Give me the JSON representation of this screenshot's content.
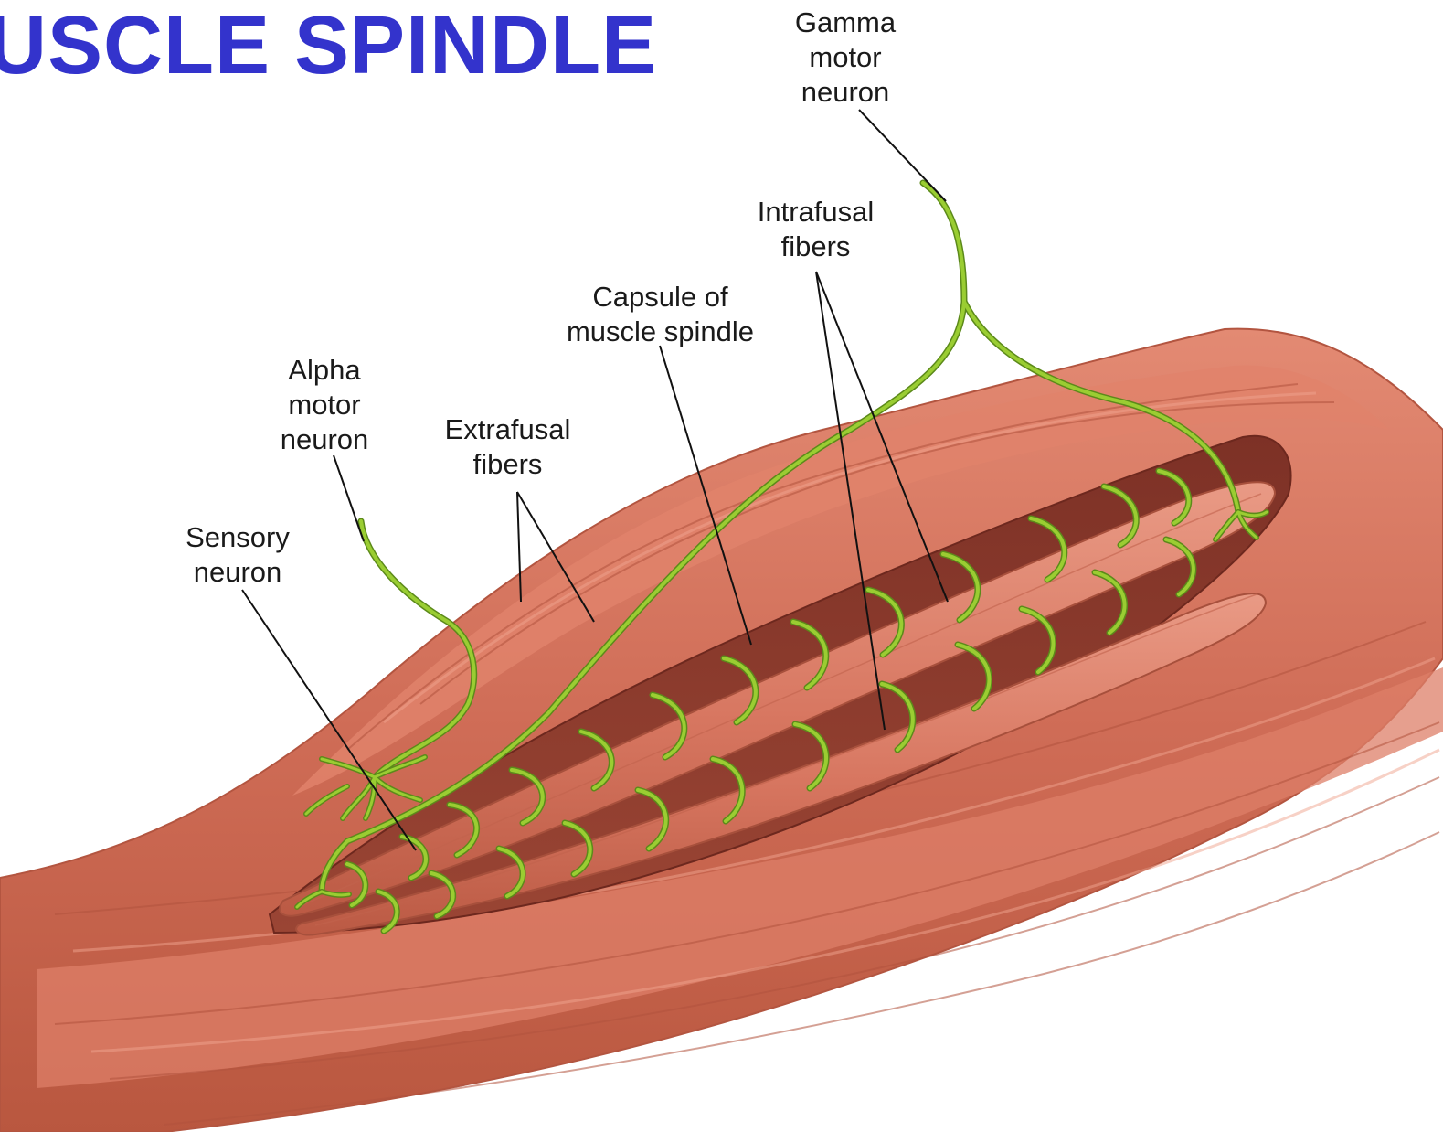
{
  "title": "USCLE SPINDLE",
  "colors": {
    "title": "#3333cc",
    "muscle": "#cf6c56",
    "muscle_dark": "#8f3a2c",
    "muscle_light": "#e58c75",
    "nerve": "#9acd32",
    "nerve_outline": "#5c8a1a",
    "leader_line": "#111111"
  },
  "labels": {
    "gamma": "Gamma\nmotor\nneuron",
    "intrafusal": "Intrafusal\nfibers",
    "capsule": "Capsule of\nmuscle spindle",
    "alpha": "Alpha\nmotor\nneuron",
    "extrafusal": "Extrafusal\nfibers",
    "sensory": "Sensory\nneuron"
  }
}
